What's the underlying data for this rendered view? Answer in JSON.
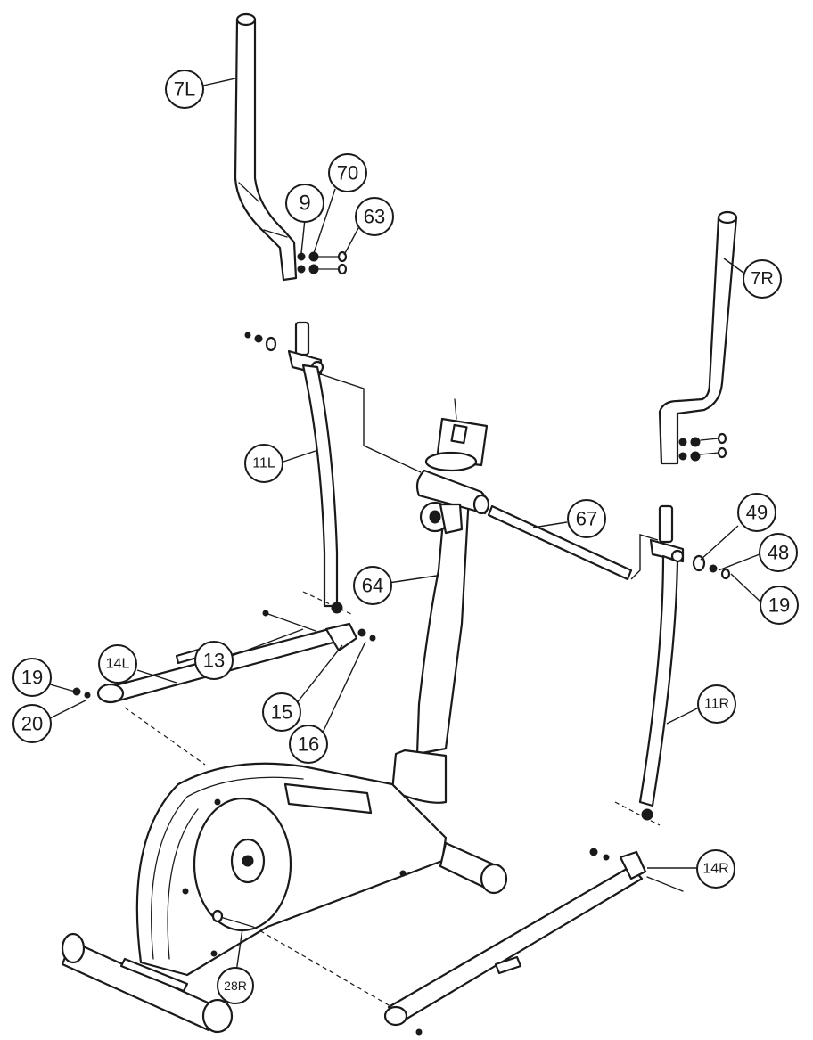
{
  "callouts": {
    "c7L": "7L",
    "c9": "9",
    "c70": "70",
    "c63": "63",
    "c7R": "7R",
    "c11L": "11L",
    "c49": "49",
    "c67": "67",
    "c48": "48",
    "c64": "64",
    "c19a": "19",
    "c13": "13",
    "c14L": "14L",
    "c19b": "19",
    "c20": "20",
    "c15": "15",
    "c16": "16",
    "c11R": "11R",
    "c14R": "14R",
    "c28R": "28R"
  }
}
